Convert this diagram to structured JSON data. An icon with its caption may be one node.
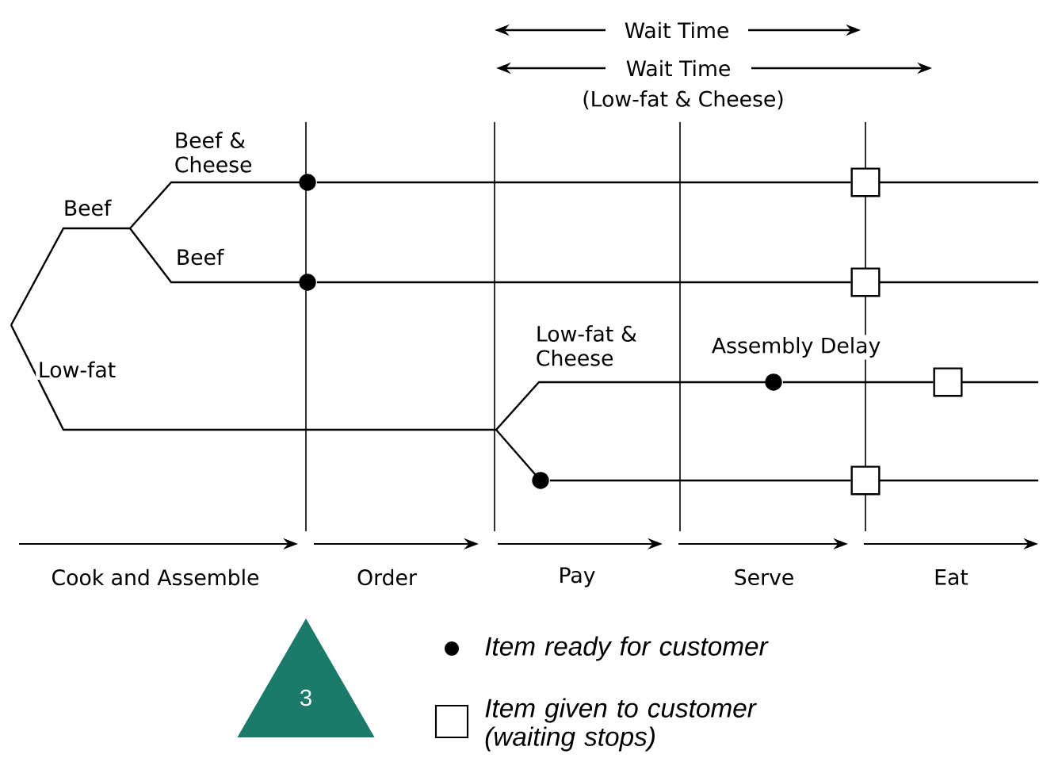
{
  "diagram": {
    "nodes": [
      {
        "text": [],
        "shape": "circle"
      },
      {
        "text": [],
        "shape": "box"
      },
      {
        "text": [],
        "shape": "circle"
      },
      {
        "text": [],
        "shape": "box"
      },
      {
        "text": [],
        "shape": "circle"
      },
      {
        "text": [],
        "shape": "box"
      },
      {
        "text": [],
        "shape": "circle"
      },
      {
        "text": [],
        "shape": "box"
      },
      {
        "text": [
          "3"
        ]
      }
    ],
    "edges": [
      {
        "from": 0,
        "to": 1,
        "arrow": "none"
      },
      {
        "from": 2,
        "to": 3,
        "arrow": "none"
      },
      {
        "from": 4,
        "to": 5,
        "arrow": "none"
      },
      {
        "from": 6,
        "to": 7,
        "arrow": "none"
      }
    ],
    "labels": [
      "Beef & Cheese",
      "Beef",
      "Beef",
      "Low-fat",
      "Low-fat & Cheese",
      "Assembly Delay",
      "Wait Time",
      "Wait Time",
      "(Low-fat & Cheese)",
      "Cook and Assemble",
      "Order",
      "Pay",
      "Serve",
      "Eat"
    ],
    "legend": [
      {
        "text": "Item ready for customer"
      },
      {
        "text": "Item given to customer (waiting stops)"
      }
    ]
  }
}
